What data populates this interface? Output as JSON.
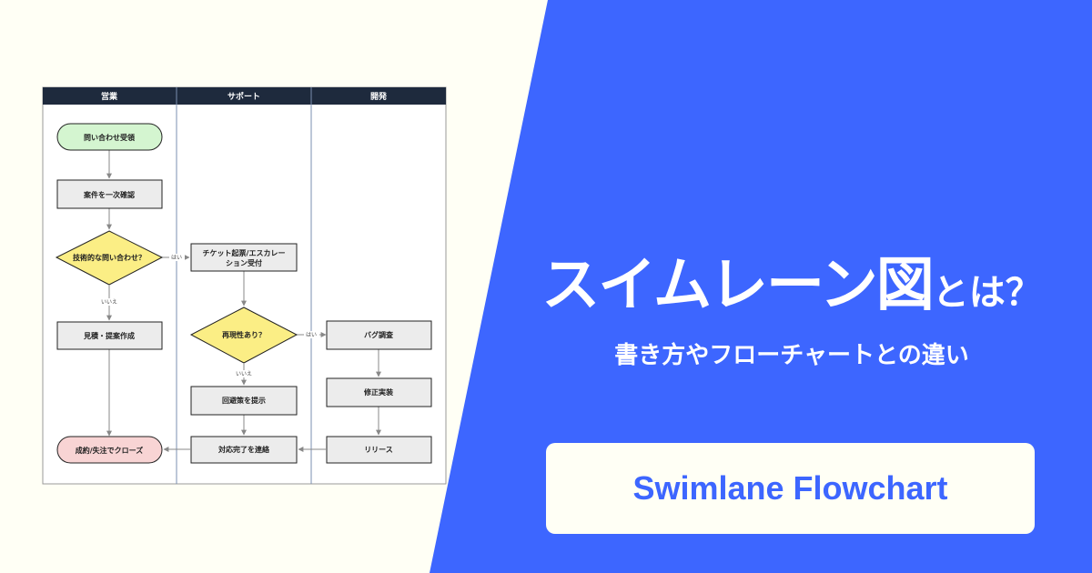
{
  "lanes": [
    "営業",
    "サポート",
    "開発"
  ],
  "nodes": {
    "inquiry": "問い合わせ受領",
    "primary_check": "案件を一次確認",
    "tech_question": "技術的な問い合わせ？",
    "ticket_line1": "チケット起票/エスカレー",
    "ticket_line2": "ション受付",
    "estimate": "見積・提案作成",
    "reproducible": "再現性あり？",
    "bug_investigation": "バグ調査",
    "fix": "修正実装",
    "workaround": "回避策を提示",
    "contact": "対応完了を連絡",
    "release": "リリース",
    "close": "成約/失注でクローズ"
  },
  "edge_labels": {
    "yes": "はい",
    "no": "いいえ"
  },
  "title": {
    "main": "スイムレーン図",
    "suffix": "とは？"
  },
  "subtitle": "書き方やフローチャートとの違い",
  "badge": "Swimlane Flowchart",
  "colors": {
    "blue": "#3d66ff",
    "cream": "#fffff5",
    "lane_header": "#1e2a3d",
    "start_fill": "#d4f5d0",
    "end_fill": "#f8d4d4",
    "decision_fill": "#fbee85",
    "process_fill": "#ececec"
  }
}
